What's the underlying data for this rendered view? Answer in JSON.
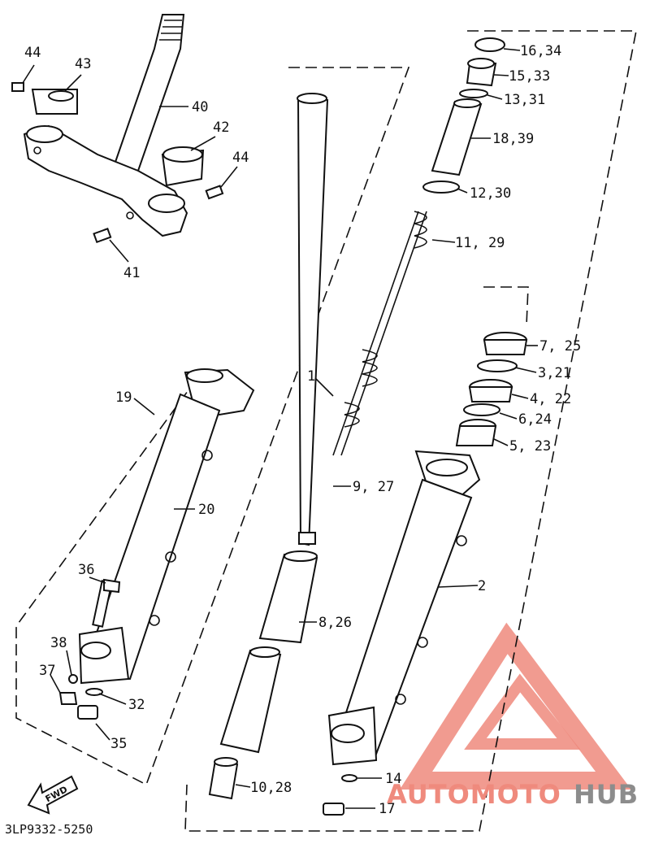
{
  "diagram": {
    "drawing_code": "3LP9332-5250",
    "fwd_arrow_text": "FWD",
    "labels": {
      "p44a": "44",
      "p43": "43",
      "p40": "40",
      "p42": "42",
      "p44b": "44",
      "p41": "41",
      "p19": "19",
      "p20": "20",
      "p36": "36",
      "p38": "38",
      "p37": "37",
      "p32": "32",
      "p35": "35",
      "p1": "1",
      "p9_27": "9, 27",
      "p8_26": "8,26",
      "p10_28": "10,28",
      "p16_34": "16,34",
      "p15_33": "15,33",
      "p13_31": "13,31",
      "p18_39": "18,39",
      "p12_30": "12,30",
      "p11_29": "11, 29",
      "p7_25": "7, 25",
      "p3_21": "3,21",
      "p4_22": "4, 22",
      "p6_24": "6,24",
      "p5_23": "5, 23",
      "p2": "2",
      "p14": "14",
      "p17": "17"
    }
  },
  "watermark": {
    "part1": "AUTOMOTO",
    "part2": "HUB",
    "color_primary": "#ef8a7d",
    "color_secondary": "#8c8c8c"
  }
}
